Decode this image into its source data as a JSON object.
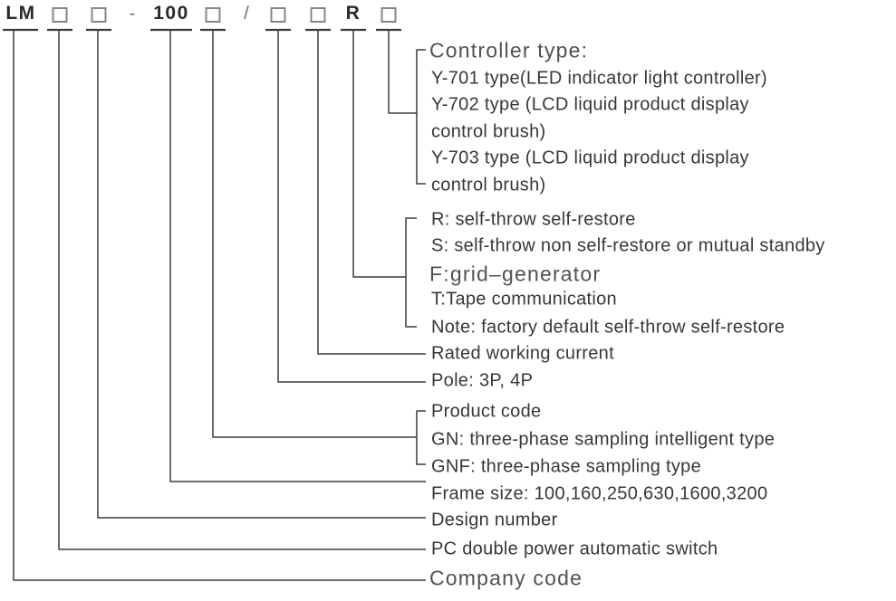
{
  "header": {
    "format_string": "LM □ □ - 100 □ / □ □ R □",
    "prefix": "LM",
    "separator_dash": "-",
    "frame_size_code": "100",
    "separator_slash": "/",
    "mode_default_code": "R"
  },
  "legend": {
    "controller": {
      "title": "Controller type:",
      "lines": [
        "Y-701 type(LED indicator light controller)",
        "Y-702 type (LCD liquid product display",
        "control brush)",
        "Y-703 type (LCD liquid product display",
        "control brush)"
      ]
    },
    "mode": {
      "lines": [
        "R: self-throw self-restore",
        "S: self-throw non self-restore or mutual standby",
        "F:grid–generator",
        "T:Tape communication",
        "Note: factory default self-throw self-restore"
      ]
    },
    "rated_current": "Rated working current",
    "pole": "Pole: 3P, 4P",
    "product": {
      "lines": [
        "Product code",
        "GN: three-phase sampling intelligent type",
        "GNF: three-phase sampling type"
      ]
    },
    "frame_size": "Frame size: 100,160,250,630,1600,3200",
    "design_number": "Design number",
    "switch_type": "PC double power automatic switch",
    "company_code": "Company code"
  }
}
